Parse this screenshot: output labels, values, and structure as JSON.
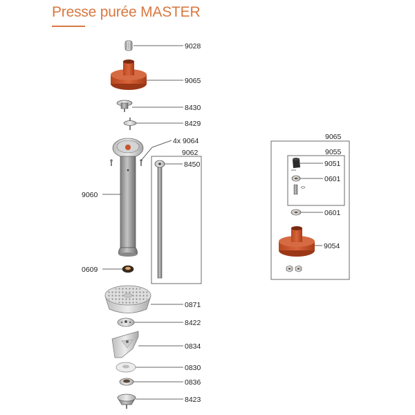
{
  "title": "Presse purée MASTER",
  "labels": {
    "p9028": "9028",
    "p9065": "9065",
    "p8430": "8430",
    "p8429": "8429",
    "p9064": "4x 9064",
    "p9062": "9062",
    "p8450": "8450",
    "p9060": "9060",
    "p0609": "0609",
    "p0871": "0871",
    "p8422": "8422",
    "p0834": "0834",
    "p0830": "0830",
    "p0836": "0836",
    "p8423": "8423",
    "box9065": "9065",
    "box9055": "9055",
    "p9051": "9051",
    "p0601a": "0601",
    "p0601b": "0601",
    "p9054": "9054"
  },
  "colors": {
    "accent": "#d9773f",
    "orange_part": "#c8532a",
    "metal": "#9a9a9a"
  }
}
